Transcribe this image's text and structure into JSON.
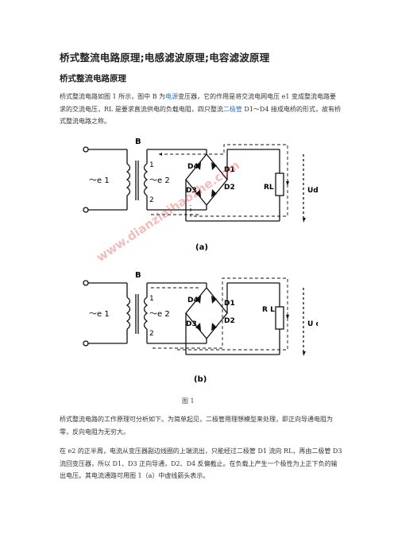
{
  "doc": {
    "title": "桥式整流电路原理;电感滤波原理;电容滤波原理",
    "section_title": "桥式整流电路原理",
    "para1": {
      "part1": "桥式整流电路如图 1 所示，图中 B 为",
      "link1": "电源",
      "part2": "变压器，它的作用是将交流电网电压 e1 变成整流电路要求的交流电压，RL 是要求直流供电的负载电阻，四只整流",
      "link2": "二极管",
      "part3": " D1～D4 接成电桥的形式，故有桥式整流电路之称。"
    },
    "figure_caption": "图 1",
    "para2": "桥式整流电路的工作原理可分析如下。为简单起见，二极管用理想模型来处理，即正向导通电阻为零，反向电阻为无穷大。",
    "para3": "在 e2 的正半周，电流从变压器副边线圈的上端流出，只能经过二极管 D1 流向 RL，再由二极管 D3 流回变压器，所以 D1、D3 正向导通，D2、D4 反偏截止。在负载上产生一个极性为上正下负的输出电压。其电流通路可用图 1（a）中虚线箭头表示。"
  },
  "figures": {
    "a": {
      "label": "(a)",
      "transformer": "B",
      "primary_voltage": "～e 1",
      "secondary_voltage": "～e 2",
      "terminal_1": "1",
      "terminal_2": "2",
      "d1": "D1",
      "d2": "D2",
      "d3": "D3",
      "d4": "D4",
      "load": "RL",
      "output": "Ud"
    },
    "b": {
      "label": "(b)",
      "transformer": "B",
      "primary_voltage": "～e 1",
      "secondary_voltage": "～e 2",
      "terminal_1": "1",
      "terminal_2": "2",
      "d1": "D1",
      "d2": "D2",
      "d3": "D3",
      "d4": "D4",
      "load": "R L",
      "output": "U d"
    },
    "watermark": "www.dianziaihaozhe.com"
  }
}
